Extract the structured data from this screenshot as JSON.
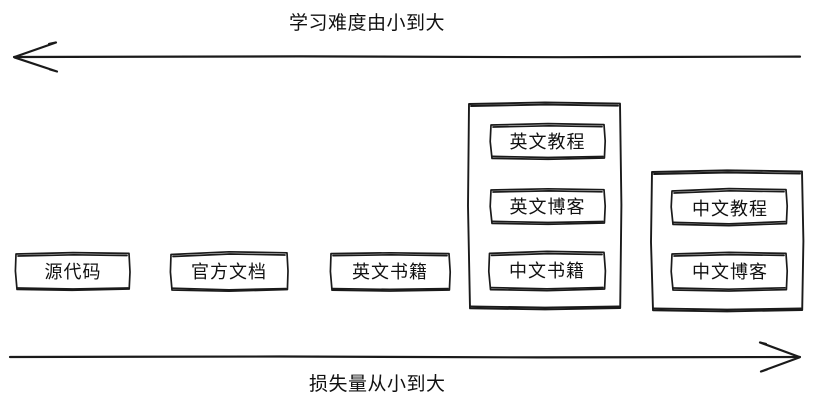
{
  "diagram": {
    "title_top": "学习难度由小到大",
    "title_bottom": "损失量从小到大",
    "top_arrow_direction": "left",
    "bottom_arrow_direction": "right",
    "stroke_color": "#1a1a1a",
    "text_color": "#111111",
    "background_color": "#ffffff",
    "style": "hand-drawn"
  },
  "nodes": [
    {
      "label": "源代码"
    },
    {
      "label": "官方文档"
    },
    {
      "label": "英文书籍"
    }
  ],
  "groups": [
    {
      "name": "group-1",
      "items": [
        {
          "label": "英文教程"
        },
        {
          "label": "英文博客"
        },
        {
          "label": "中文书籍"
        }
      ]
    },
    {
      "name": "group-2",
      "items": [
        {
          "label": "中文教程"
        },
        {
          "label": "中文博客"
        }
      ]
    }
  ]
}
